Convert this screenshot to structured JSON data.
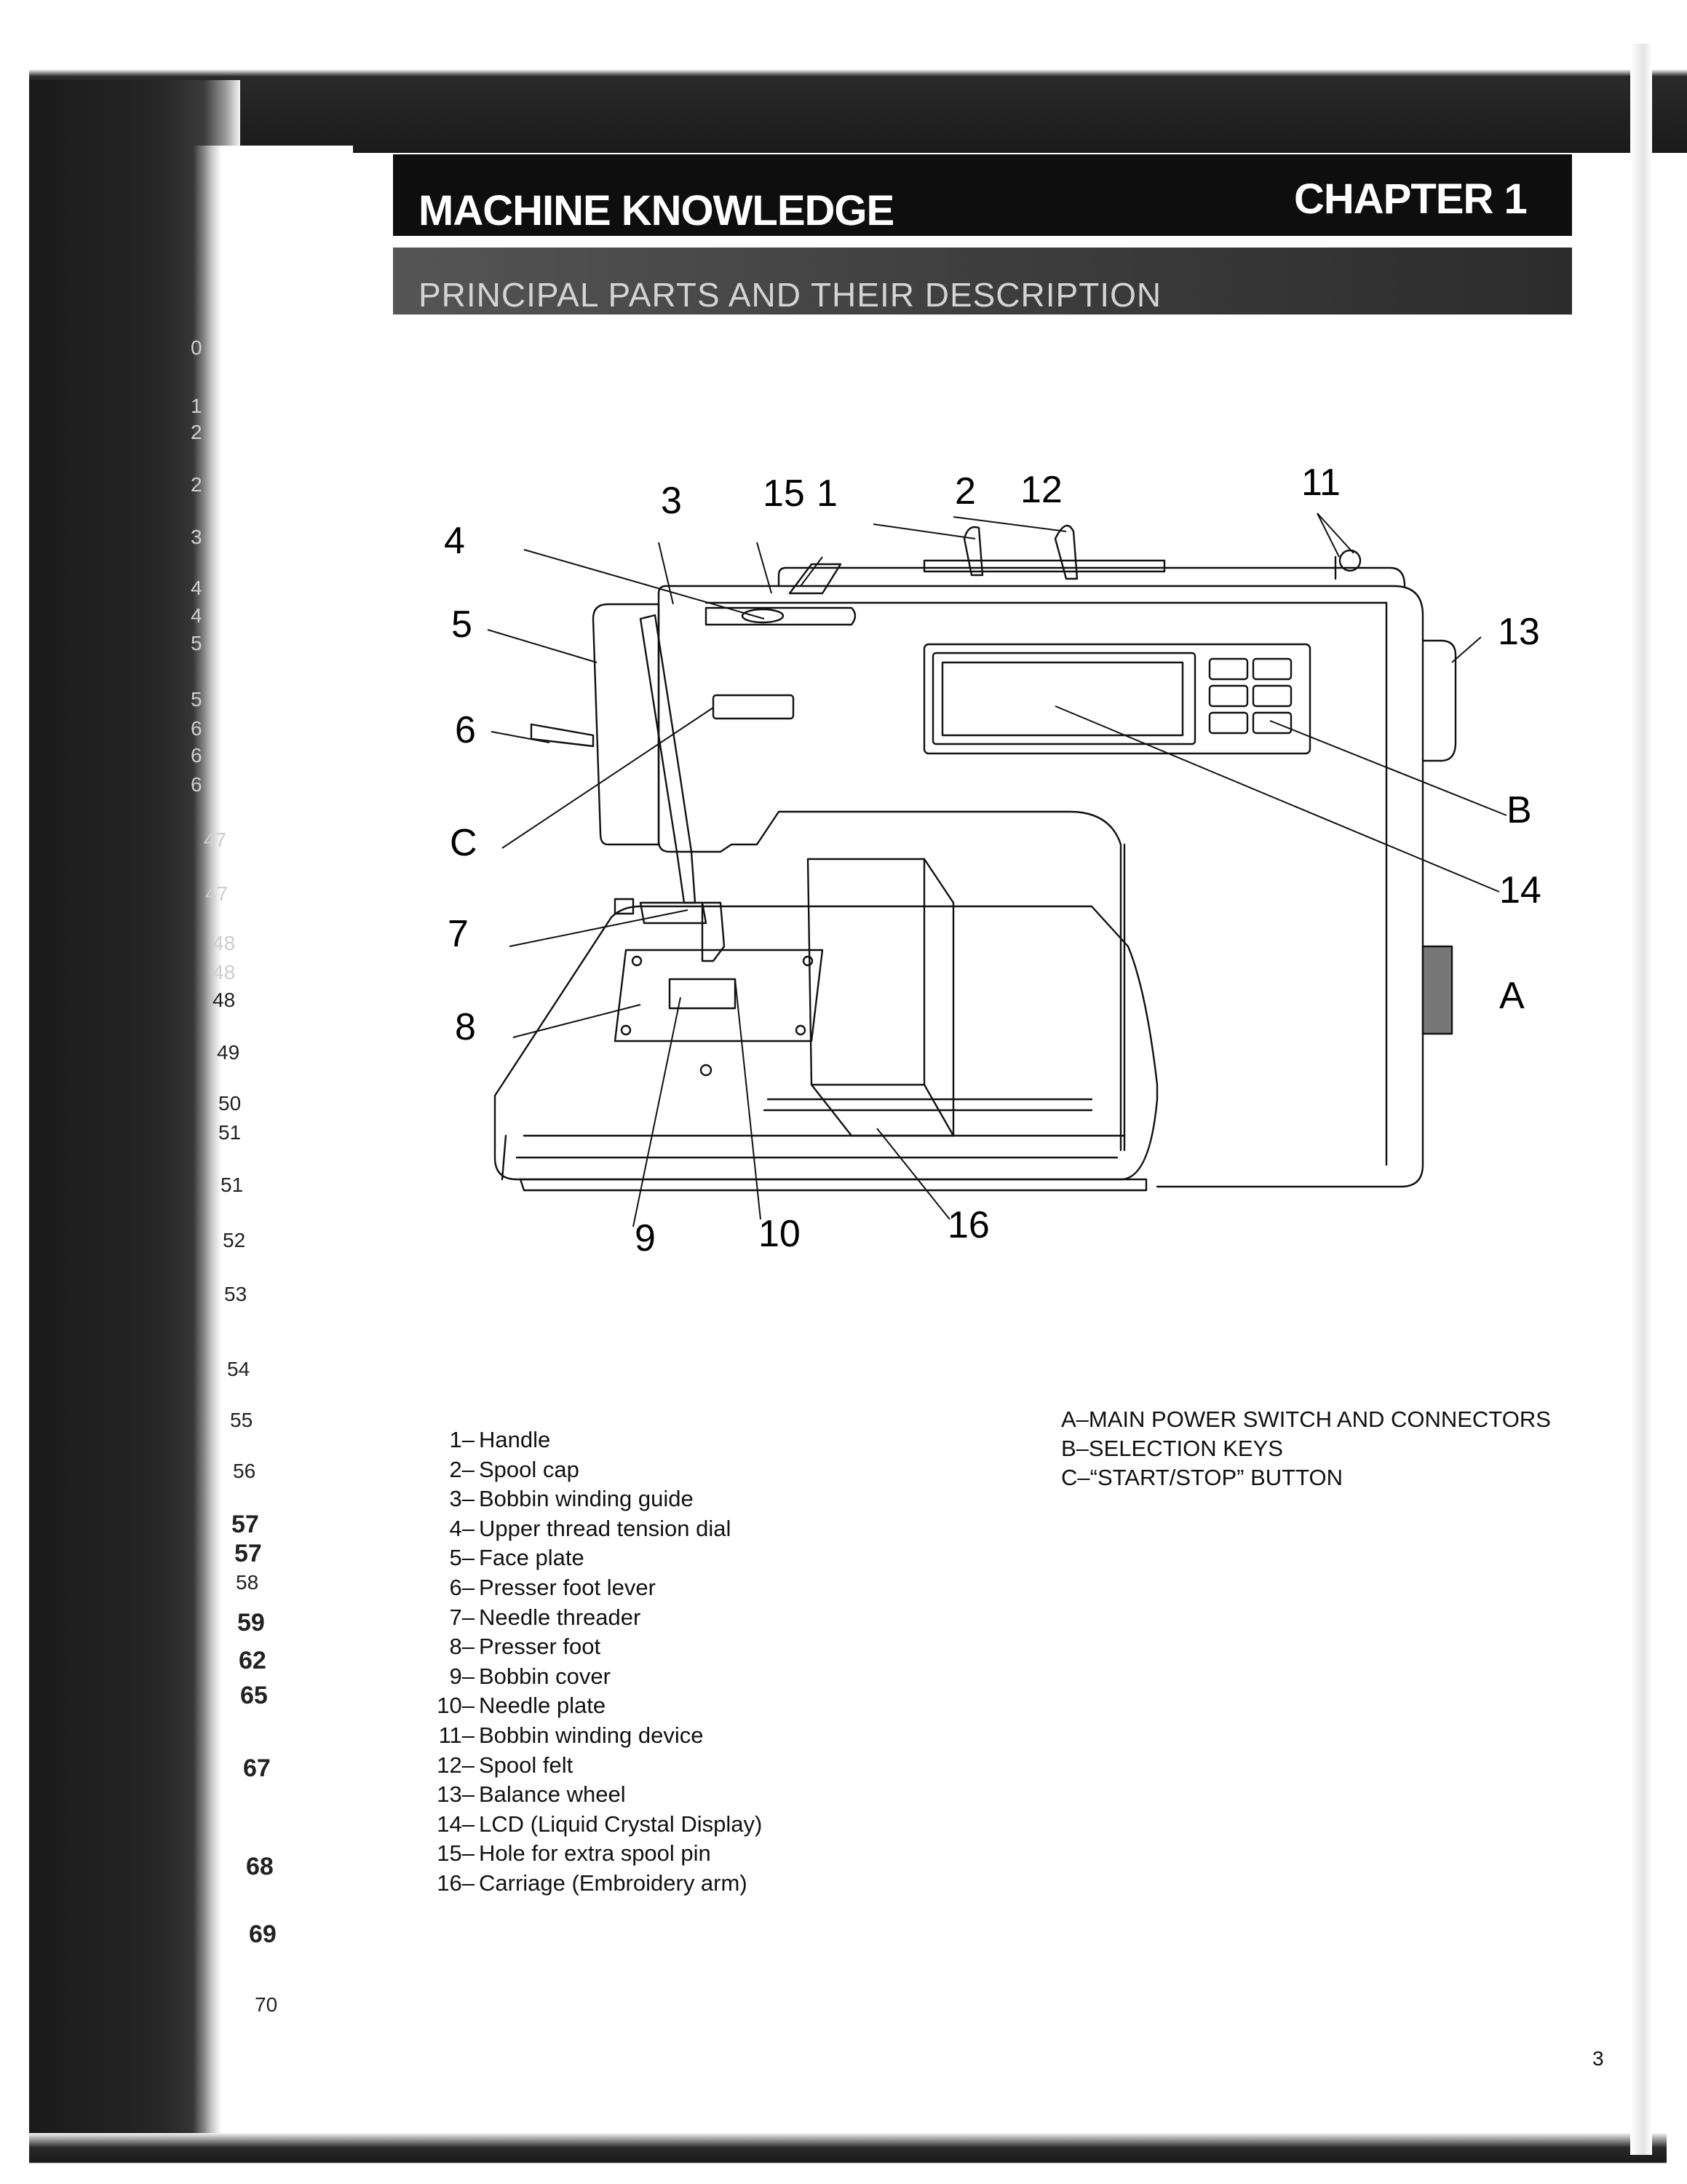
{
  "header": {
    "chapter_title": "MACHINE KNOWLEDGE",
    "chapter_number": "CHAPTER 1",
    "section_title": "PRINCIPAL PARTS AND THEIR DESCRIPTION"
  },
  "side_tab_numbers": [
    "0",
    "1",
    "2",
    "2",
    "3",
    "4",
    "4",
    "5",
    "5",
    "6",
    "6",
    "6",
    "47",
    "47",
    "48",
    "48",
    "48",
    "49",
    "50",
    "51",
    "51",
    "52",
    "53",
    "54",
    "55",
    "56",
    "57",
    "57",
    "58",
    "59",
    "62",
    "65",
    "67",
    "68",
    "69",
    "70"
  ],
  "diagram": {
    "callouts": [
      "3",
      "15",
      "1",
      "2",
      "12",
      "11",
      "4",
      "5",
      "6",
      "C",
      "7",
      "8",
      "13",
      "B",
      "14",
      "A",
      "9",
      "10",
      "16"
    ]
  },
  "parts": [
    {
      "num": "1–",
      "text": "Handle"
    },
    {
      "num": "2–",
      "text": "Spool cap"
    },
    {
      "num": "3–",
      "text": "Bobbin winding guide"
    },
    {
      "num": "4–",
      "text": "Upper thread tension dial"
    },
    {
      "num": "5–",
      "text": "Face plate"
    },
    {
      "num": "6–",
      "text": "Presser foot lever"
    },
    {
      "num": "7–",
      "text": "Needle threader"
    },
    {
      "num": "8–",
      "text": "Presser foot"
    },
    {
      "num": "9–",
      "text": "Bobbin cover"
    },
    {
      "num": "10–",
      "text": "Needle plate"
    },
    {
      "num": "11–",
      "text": "Bobbin winding device"
    },
    {
      "num": "12–",
      "text": "Spool felt"
    },
    {
      "num": "13–",
      "text": "Balance wheel"
    },
    {
      "num": "14–",
      "text": "LCD (Liquid Crystal Display)"
    },
    {
      "num": "15–",
      "text": "Hole for extra spool pin"
    },
    {
      "num": "16–",
      "text": "Carriage (Embroidery arm)"
    }
  ],
  "controls": [
    {
      "num": "A–",
      "text": "MAIN POWER SWITCH AND CONNECTORS"
    },
    {
      "num": "B–",
      "text": "SELECTION KEYS"
    },
    {
      "num": "C–",
      "text": "“START/STOP” BUTTON"
    }
  ],
  "page_number": "3"
}
